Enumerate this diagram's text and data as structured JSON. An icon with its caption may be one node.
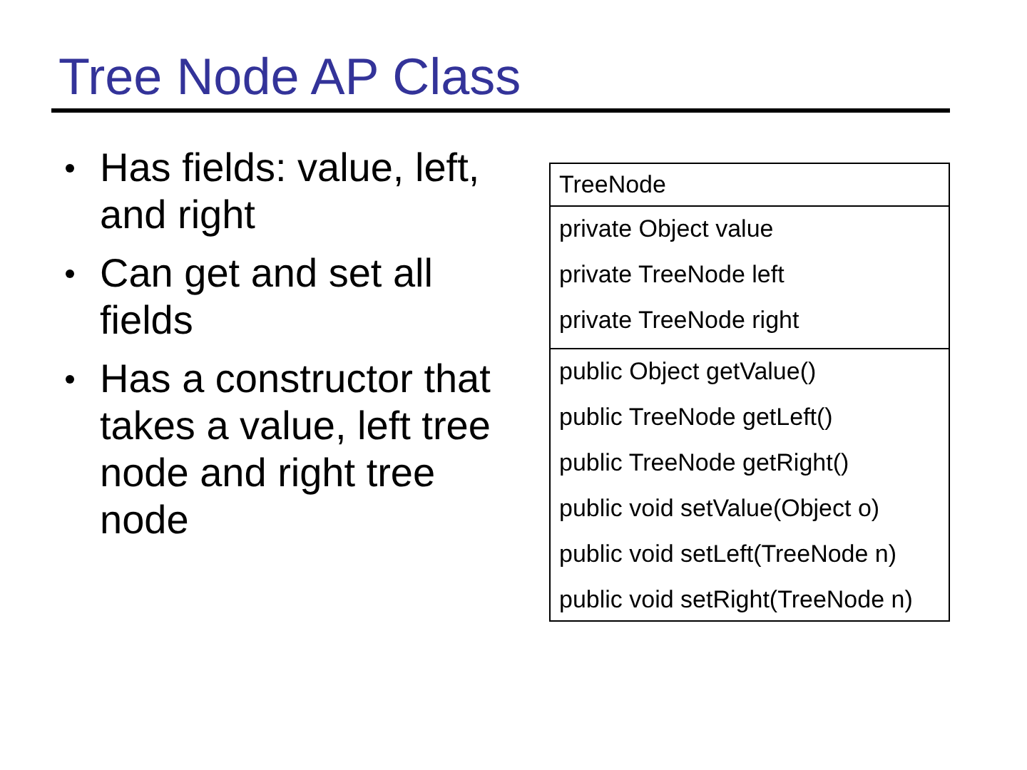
{
  "diagram": {
    "title": "Tree Node AP Class",
    "nodes": [
      {
        "text": [
          "TreeNode"
        ]
      },
      {
        "text": [
          "private Object value",
          "private TreeNode left",
          "private TreeNode right"
        ]
      },
      {
        "text": [
          "public Object getValue()",
          "public TreeNode getLeft()",
          "public TreeNode getRight()",
          "public void setValue(Object o)",
          "public void setLeft(TreeNode n)",
          "public void setRight(TreeNode n)"
        ]
      }
    ],
    "edges": [],
    "labels": [
      "Has fields: value, left, and right",
      "Can get and set all fields",
      "Has a constructor that takes a value, left tree node and right tree node"
    ]
  }
}
